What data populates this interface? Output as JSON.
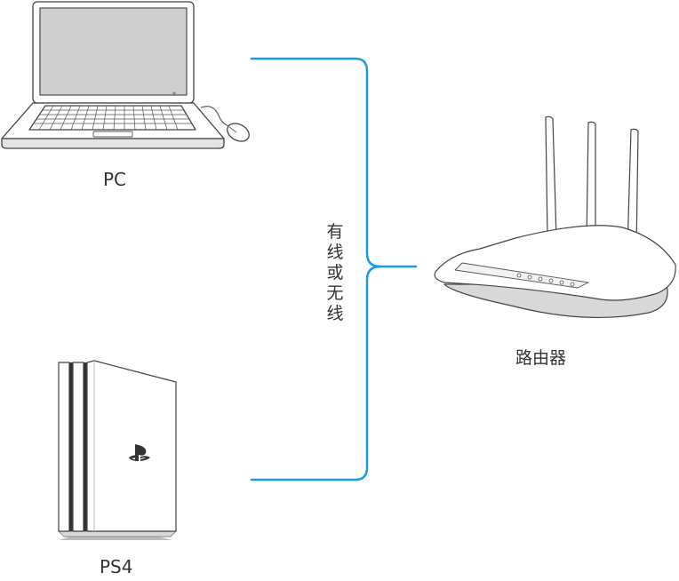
{
  "devices": {
    "pc": {
      "label": "PC",
      "icon": "laptop-icon"
    },
    "ps4": {
      "label": "PS4",
      "icon": "game-console-icon"
    },
    "router": {
      "label": "路由器",
      "icon": "router-icon"
    }
  },
  "connection": {
    "label": "有线或无线",
    "color": "#1a9be6"
  }
}
